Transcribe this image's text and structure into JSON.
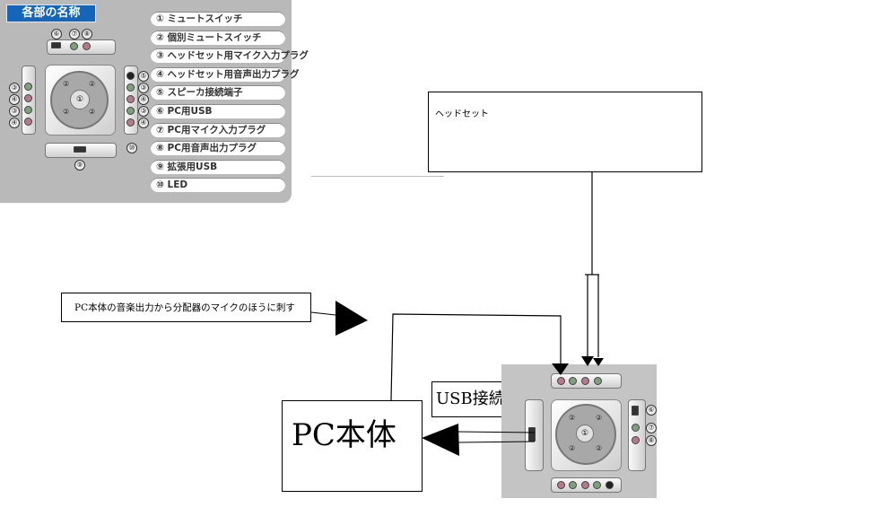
{
  "legend_panel": {
    "title": "各部の名称",
    "items": [
      {
        "num": "①",
        "label": "ミュートスイッチ"
      },
      {
        "num": "②",
        "label": "個別ミュートスイッチ"
      },
      {
        "num": "③",
        "label": "ヘッドセット用マイク入力プラグ"
      },
      {
        "num": "④",
        "label": "ヘッドセット用音声出力プラグ"
      },
      {
        "num": "⑤",
        "label": "スピーカ接続端子"
      },
      {
        "num": "⑥",
        "label": "PC用USB"
      },
      {
        "num": "⑦",
        "label": "PC用マイク入力プラグ"
      },
      {
        "num": "⑧",
        "label": "PC用音声出力プラグ"
      },
      {
        "num": "⑨",
        "label": "拡張用USB"
      },
      {
        "num": "⑩",
        "label": "LED"
      }
    ],
    "device_labels": {
      "top": [
        "⑥",
        "⑦",
        "⑧"
      ],
      "left": [
        "③",
        "④",
        "③",
        "④"
      ],
      "right": [
        "⑤",
        "③",
        "④",
        "③",
        "④"
      ],
      "bottom": [
        "⑨"
      ],
      "center": "①",
      "buttons": [
        "②",
        "②",
        "②",
        "②"
      ],
      "led": "⑩"
    },
    "colors": {
      "title_bg": "#1565b8",
      "panel_bg": "#b9b9b9"
    }
  },
  "diagram": {
    "headset_box": {
      "label": "ヘッドセット"
    },
    "note_box": {
      "label": "PC本体の音楽出力から分配器のマイクのほうに刺す"
    },
    "usb_box": {
      "label": "USB接続"
    },
    "pc_box": {
      "label": "PC本体"
    },
    "device_photo": {
      "right_labels": [
        "⑥",
        "⑦",
        "⑧"
      ],
      "center": "①",
      "buttons": [
        "②",
        "②",
        "②",
        "②"
      ]
    }
  }
}
